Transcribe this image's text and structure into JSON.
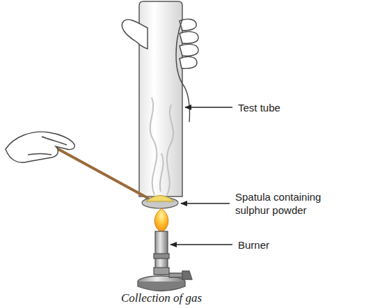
{
  "diagram": {
    "caption": "Collection of gas",
    "labels": [
      "Test tube",
      "Spatula containing sulphur powder",
      "Burner"
    ]
  }
}
